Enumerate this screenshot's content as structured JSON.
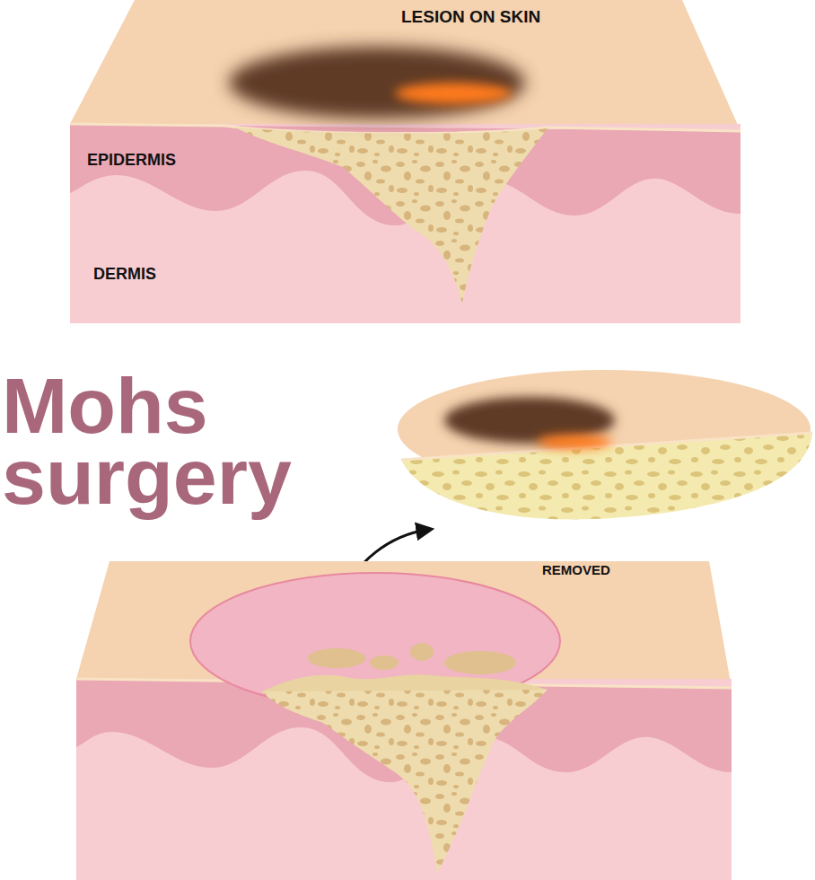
{
  "diagram": {
    "title": "Mohs surgery",
    "labels": [
      "LESION ON SKIN",
      "EPIDERMIS",
      "DERMIS",
      "REMOVED"
    ]
  }
}
